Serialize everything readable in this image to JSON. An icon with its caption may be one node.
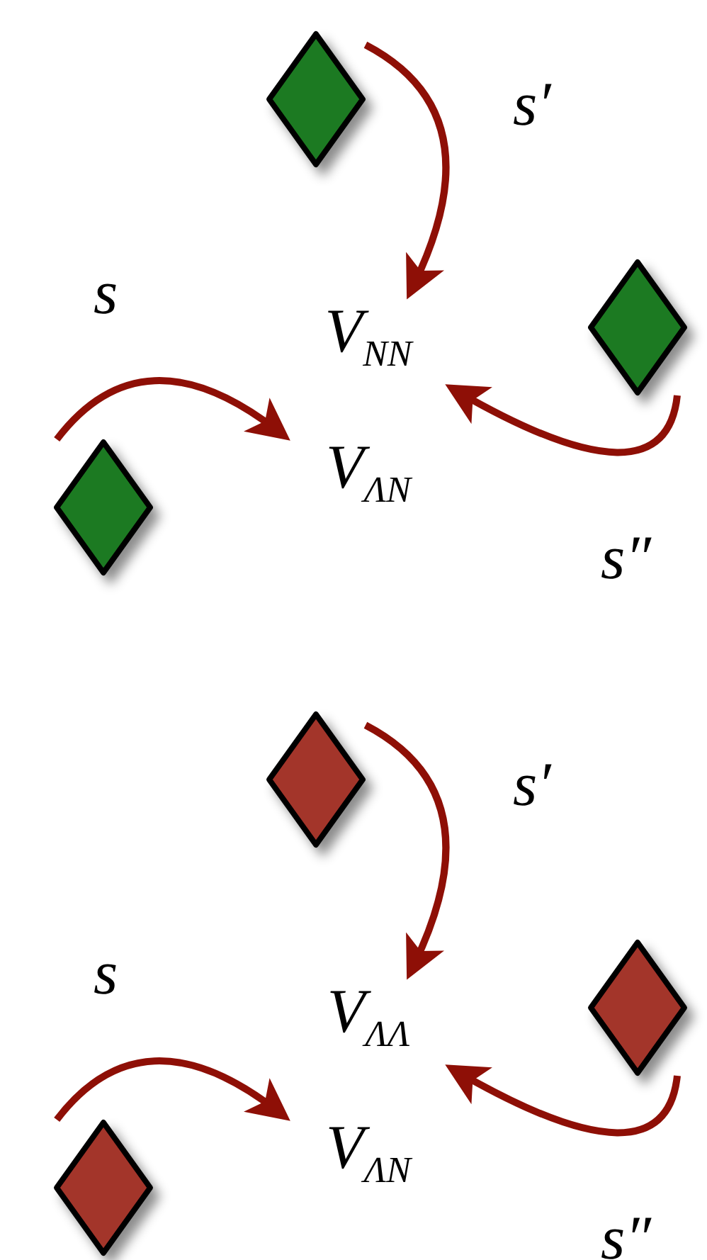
{
  "diagram": {
    "nodes": [
      {
        "text": [],
        "shape": "diamond"
      },
      {
        "text": [
          "V$_{NN}$",
          "V$_{ΛN}$"
        ]
      },
      {
        "text": [],
        "shape": "diamond"
      },
      {
        "text": [],
        "shape": "diamond"
      },
      {
        "text": [],
        "shape": "diamond"
      },
      {
        "text": [
          "V$_{ΛΛ}$",
          "V$_{ΛN}$"
        ]
      },
      {
        "text": [],
        "shape": "diamond"
      },
      {
        "text": [],
        "shape": "diamond"
      }
    ],
    "edges": [
      {
        "from": 0,
        "to": 1,
        "arrow": "to",
        "label": "s′"
      },
      {
        "from": 2,
        "to": 1,
        "arrow": "to",
        "label": "s"
      },
      {
        "from": 3,
        "to": 1,
        "arrow": "to",
        "label": "s″"
      },
      {
        "from": 4,
        "to": 5,
        "arrow": "to",
        "label": "s′"
      },
      {
        "from": 6,
        "to": 5,
        "arrow": "to",
        "label": "s"
      },
      {
        "from": 7,
        "to": 5,
        "arrow": "to",
        "label": "s″"
      }
    ]
  }
}
